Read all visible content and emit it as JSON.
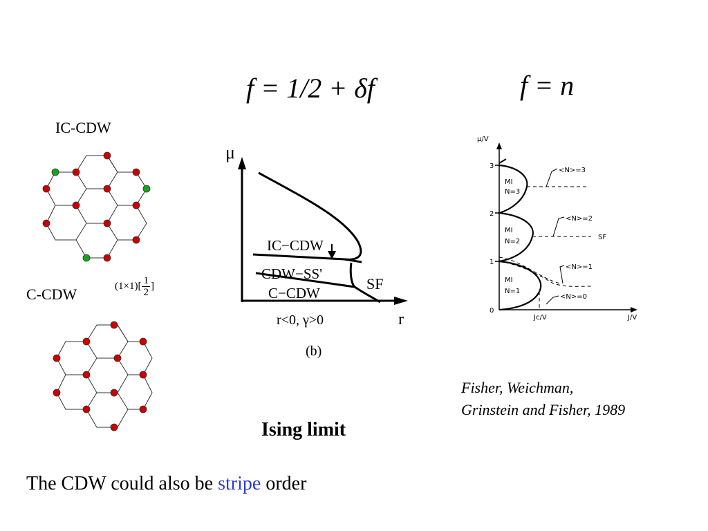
{
  "formula_half": "f = 1/2 + δf",
  "formula_n": "f = n",
  "ic_cdw_label": "IC-CDW",
  "c_cdw_label": "C-CDW",
  "c_cdw_annotation": "(1×1)[1/2]",
  "c_cdw_annotation_prefix": "(1×1)[",
  "c_cdw_annotation_num": "1",
  "c_cdw_annotation_den": "2",
  "c_cdw_annotation_suffix": "]",
  "ising_limit": "Ising limit",
  "bottom_text_before": "The CDW could also be ",
  "bottom_text_highlight": "stripe",
  "bottom_text_after": " order",
  "citation_line1": "Fisher,  Weichman,",
  "citation_line2": "Grinstein and Fisher, 1989",
  "colors": {
    "red_site": "#cc0000",
    "green_site": "#1aa31a",
    "highlight": "#2a3bd6"
  },
  "phase_diagram_b": {
    "y_axis": "μ",
    "x_axis": "r",
    "regions": [
      "IC−CDW",
      "CDW−SS'",
      "C−CDW",
      "SF"
    ],
    "condition": "r<0,  γ>0",
    "panel_label": "(b)"
  },
  "bose_hubbard_diagram": {
    "y_axis": "μ/V",
    "x_axis": "J/V",
    "critical_label": "Jc/V",
    "y_ticks": [
      "0",
      "1",
      "2",
      "3"
    ],
    "lobes": [
      {
        "line1": "MI",
        "line2": "N=1"
      },
      {
        "line1": "MI",
        "line2": "N=2"
      },
      {
        "line1": "MI",
        "line2": "N=3"
      }
    ],
    "density_labels": [
      "<N>=3",
      "<N>=2",
      "<N>=1",
      "<N>=0"
    ],
    "sf_label": "SF"
  }
}
